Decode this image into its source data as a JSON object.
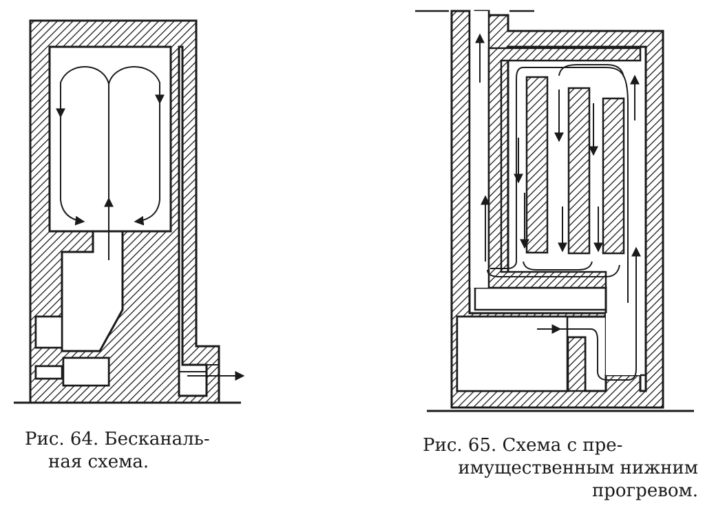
{
  "figures": [
    {
      "id": "fig64",
      "caption_lines": [
        "Рис.  64.  Бесканаль-",
        "ная  схема."
      ]
    },
    {
      "id": "fig65",
      "caption_lines": [
        "Рис.  65.  Схема  с  пре-",
        "имущественным  нижним",
        "прогревом."
      ]
    }
  ],
  "colors": {
    "ink": "#1a1a1a",
    "paper": "#ffffff"
  }
}
